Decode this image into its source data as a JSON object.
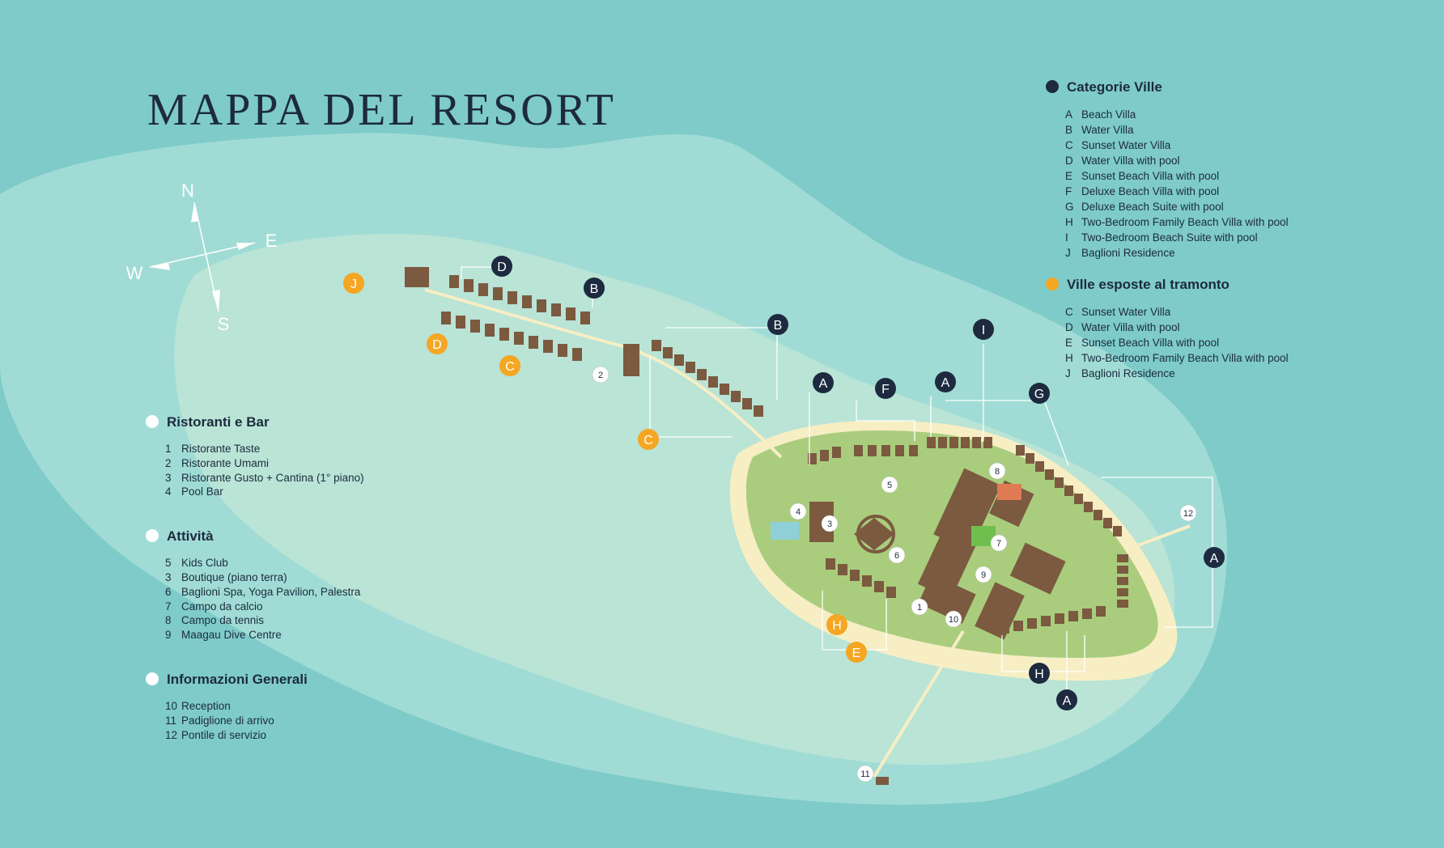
{
  "title": "MAPPA DEL RESORT",
  "colors": {
    "ocean": "#7ecbca",
    "lagoon": "#a0dcd5",
    "lagoon_inner": "#b9e4d6",
    "sand": "#f7eec4",
    "grass": "#a9cd7d",
    "roof": "#7b5a40",
    "dark": "#1d2a3f",
    "orange": "#f5a623",
    "white": "#ffffff"
  },
  "compass": {
    "n": "N",
    "e": "E",
    "s": "S",
    "w": "W"
  },
  "left_legend": [
    {
      "title": "Ristoranti e Bar",
      "items": [
        {
          "k": "1",
          "t": "Ristorante Taste"
        },
        {
          "k": "2",
          "t": "Ristorante Umami"
        },
        {
          "k": "3",
          "t": "Ristorante Gusto + Cantina (1° piano)"
        },
        {
          "k": "4",
          "t": "Pool Bar"
        }
      ]
    },
    {
      "title": "Attività",
      "items": [
        {
          "k": "5",
          "t": "Kids Club"
        },
        {
          "k": "3",
          "t": "Boutique (piano terra)"
        },
        {
          "k": "6",
          "t": "Baglioni Spa, Yoga Pavilion, Palestra"
        },
        {
          "k": "7",
          "t": "Campo da calcio"
        },
        {
          "k": "8",
          "t": "Campo da tennis"
        },
        {
          "k": "9",
          "t": "Maagau Dive Centre"
        }
      ]
    },
    {
      "title": "Informazioni Generali",
      "items": [
        {
          "k": "10",
          "t": "Reception"
        },
        {
          "k": "11",
          "t": "Padiglione di arrivo"
        },
        {
          "k": "12",
          "t": "Pontile di servizio"
        }
      ]
    }
  ],
  "right_legend": [
    {
      "title": "Categorie Ville",
      "items": [
        {
          "k": "A",
          "t": "Beach Villa"
        },
        {
          "k": "B",
          "t": "Water Villa"
        },
        {
          "k": "C",
          "t": "Sunset Water Villa"
        },
        {
          "k": "D",
          "t": "Water Villa with pool"
        },
        {
          "k": "E",
          "t": "Sunset Beach Villa with pool"
        },
        {
          "k": "F",
          "t": "Deluxe Beach Villa with pool"
        },
        {
          "k": "G",
          "t": "Deluxe Beach Suite with pool"
        },
        {
          "k": "H",
          "t": "Two-Bedroom Family Beach Villa with pool"
        },
        {
          "k": "I",
          "t": "Two-Bedroom Beach Suite with pool"
        },
        {
          "k": "J",
          "t": "Baglioni Residence"
        }
      ]
    },
    {
      "title": "Ville esposte al tramonto",
      "items": [
        {
          "k": "C",
          "t": "Sunset Water Villa"
        },
        {
          "k": "D",
          "t": "Water Villa with pool"
        },
        {
          "k": "E",
          "t": "Sunset Beach Villa with pool"
        },
        {
          "k": "H",
          "t": "Two-Bedroom Family Beach Villa with pool"
        },
        {
          "k": "J",
          "t": "Baglioni Residence"
        }
      ]
    }
  ],
  "map_markers": {
    "numbers": [
      "1",
      "2",
      "3",
      "4",
      "5",
      "6",
      "7",
      "8",
      "9",
      "10",
      "11",
      "12"
    ],
    "dark_letters": [
      "D",
      "B",
      "B",
      "A",
      "F",
      "A",
      "I",
      "G",
      "A",
      "H",
      "A"
    ],
    "orange_letters": [
      "J",
      "D",
      "C",
      "C",
      "H",
      "E"
    ]
  }
}
